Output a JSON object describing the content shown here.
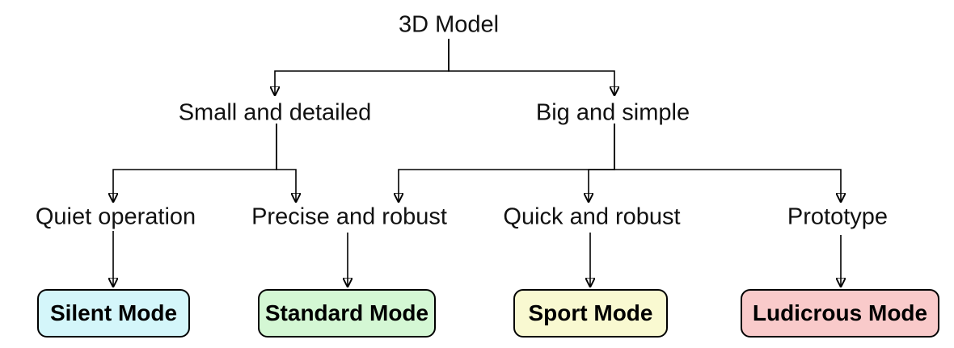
{
  "diagram": {
    "title_node": "3D Model",
    "colors": {
      "line": "#000000",
      "background": "#ffffff",
      "silent_fill": "#d4f6fa",
      "standard_fill": "#d4f7d4",
      "sport_fill": "#f9f9d1",
      "ludicrous_fill": "#f9caca"
    },
    "nodes": {
      "root": {
        "label": "3D Model"
      },
      "small_detailed": {
        "label": "Small and detailed"
      },
      "big_simple": {
        "label": "Big and simple"
      },
      "quiet": {
        "label": "Quiet operation"
      },
      "precise": {
        "label": "Precise and robust"
      },
      "quick": {
        "label": "Quick and robust"
      },
      "prototype": {
        "label": "Prototype"
      },
      "silent_mode": {
        "label": "Silent Mode",
        "fill": "#d4f6fa"
      },
      "standard_mode": {
        "label": "Standard Mode",
        "fill": "#d4f7d4"
      },
      "sport_mode": {
        "label": "Sport Mode",
        "fill": "#f9f9d1"
      },
      "ludicrous_mode": {
        "label": "Ludicrous Mode",
        "fill": "#f9caca"
      }
    },
    "edges": [
      {
        "from": "3D Model",
        "to": "Small and detailed"
      },
      {
        "from": "3D Model",
        "to": "Big and simple"
      },
      {
        "from": "Small and detailed",
        "to": "Quiet operation"
      },
      {
        "from": "Small and detailed",
        "to": "Precise and robust"
      },
      {
        "from": "Big and simple",
        "to": "Precise and robust"
      },
      {
        "from": "Big and simple",
        "to": "Quick and robust"
      },
      {
        "from": "Big and simple",
        "to": "Prototype"
      },
      {
        "from": "Quiet operation",
        "to": "Silent Mode"
      },
      {
        "from": "Precise and robust",
        "to": "Standard Mode"
      },
      {
        "from": "Quick and robust",
        "to": "Sport Mode"
      },
      {
        "from": "Prototype",
        "to": "Ludicrous Mode"
      }
    ]
  }
}
